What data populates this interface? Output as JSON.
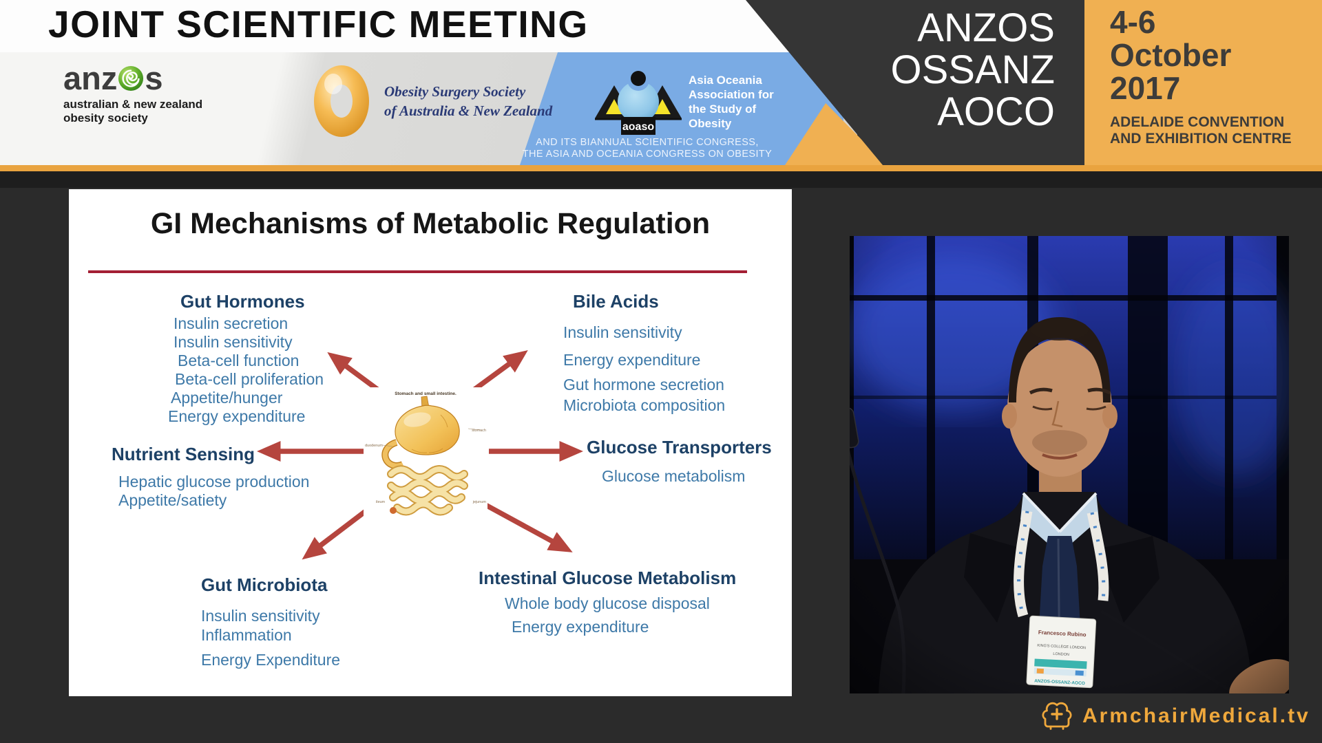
{
  "colors": {
    "accent_orange": "#f0b052",
    "banner_blue": "#7aabe4",
    "header_dark": "#353535",
    "arrow_red": "#b5453e",
    "slide_rule_red": "#a31f34",
    "heading_navy": "#1d4166",
    "item_blue": "#3e79a8",
    "watermark_amber": "#efa83c"
  },
  "banner": {
    "title": "JOINT SCIENTIFIC MEETING",
    "anzos": {
      "part1": "anz",
      "part2": "s",
      "tagline1": "australian & new zealand",
      "tagline2": "obesity society"
    },
    "oss": {
      "line1": "Obesity Surgery Society",
      "line2": "of Australia & New Zealand"
    },
    "aoaso": {
      "acronym": "aoaso",
      "line1": "Asia Oceania",
      "line2": "Association for",
      "line3": "the Study of",
      "line4": "Obesity",
      "congress1": "AND ITS BIANNUAL SCIENTIFIC CONGRESS,",
      "congress2": "THE ASIA AND OCEANIA CONGRESS ON OBESITY"
    },
    "societies": [
      "ANZOS",
      "OSSANZ",
      "AOCO"
    ],
    "date": {
      "range": "4-6",
      "month": "October",
      "year": "2017",
      "venue1": "ADELAIDE CONVENTION",
      "venue2": "AND EXHIBITION CENTRE"
    }
  },
  "slide": {
    "title": "GI Mechanisms of Metabolic Regulation",
    "sections": [
      {
        "heading": "Gut Hormones",
        "items": [
          "Insulin secretion",
          "Insulin sensitivity",
          "Beta-cell function",
          "Beta-cell proliferation",
          "Appetite/hunger",
          "Energy expenditure"
        ]
      },
      {
        "heading": "Bile Acids",
        "items": [
          "Insulin sensitivity",
          "Energy expenditure",
          "Gut hormone secretion",
          "Microbiota composition"
        ]
      },
      {
        "heading": "Nutrient Sensing",
        "items": [
          "Hepatic glucose production",
          "Appetite/satiety"
        ]
      },
      {
        "heading": "Glucose Transporters",
        "items": [
          "Glucose metabolism"
        ]
      },
      {
        "heading": "Gut Microbiota",
        "items": [
          "Insulin sensitivity",
          "Inflammation",
          "Energy Expenditure"
        ]
      },
      {
        "heading": "Intestinal Glucose Metabolism",
        "items": [
          "Whole body glucose disposal",
          "Energy expenditure"
        ]
      }
    ],
    "illustration": {
      "caption": "Stomach and small intestine.",
      "labels": [
        "duodenum",
        "stomach",
        "ileum",
        "jejunum"
      ]
    }
  },
  "video": {
    "badge": {
      "name": "Francesco Rubino",
      "org": "KING'S COLLEGE LONDON",
      "city": "LONDON",
      "footer": "ANZOS-OSSANZ-AOCO"
    }
  },
  "watermark": {
    "text": "ArmchairMedical.tv"
  }
}
